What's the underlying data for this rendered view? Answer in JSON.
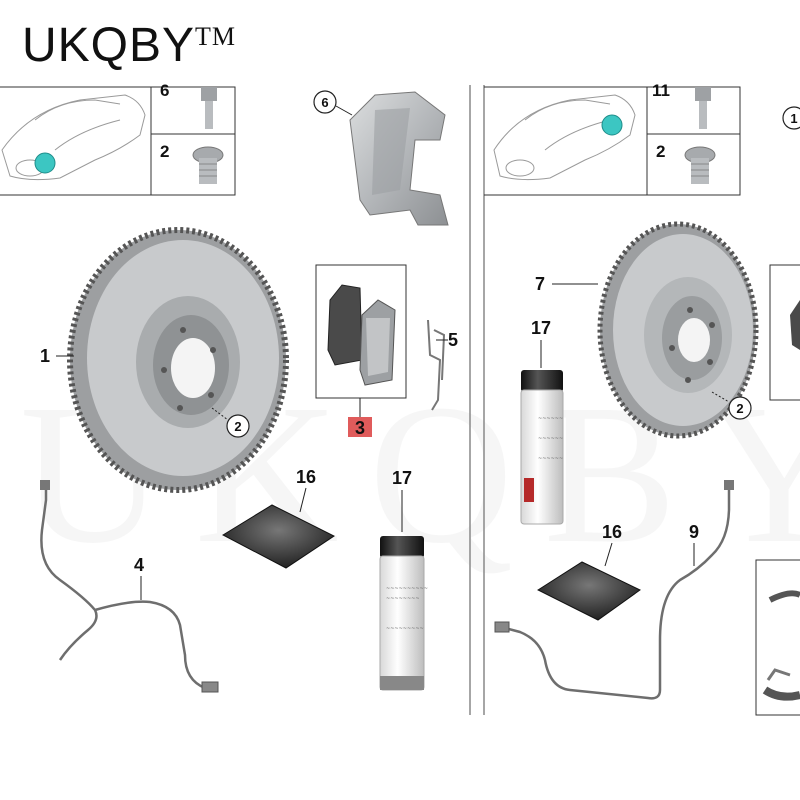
{
  "brand": {
    "name": "UKQBY",
    "tm": "TM",
    "watermark": "UKQBY TM"
  },
  "colors": {
    "location_dot": "#3cc6c2",
    "highlight_label": "#d93a3a",
    "metal": "#b9bcbf",
    "dark": "#3a3a3a"
  },
  "left_panel": {
    "table": {
      "row1_number": "6",
      "row2_number": "2"
    },
    "caliper_carrier_label": "6",
    "brake_disc_label": "1",
    "disc_bolt_label": "2",
    "brake_pads_label": "3",
    "spring_label": "5",
    "wear_sensor_label": "4",
    "paste_label": "16",
    "spray_label": "17"
  },
  "right_panel": {
    "table": {
      "row1_number": "11",
      "row2_number": "2",
      "cut_label": "1"
    },
    "brake_disc_label": "7",
    "disc_bolt_label": "2",
    "spray_label": "17",
    "paste_label": "16",
    "wear_sensor_label": "9"
  }
}
